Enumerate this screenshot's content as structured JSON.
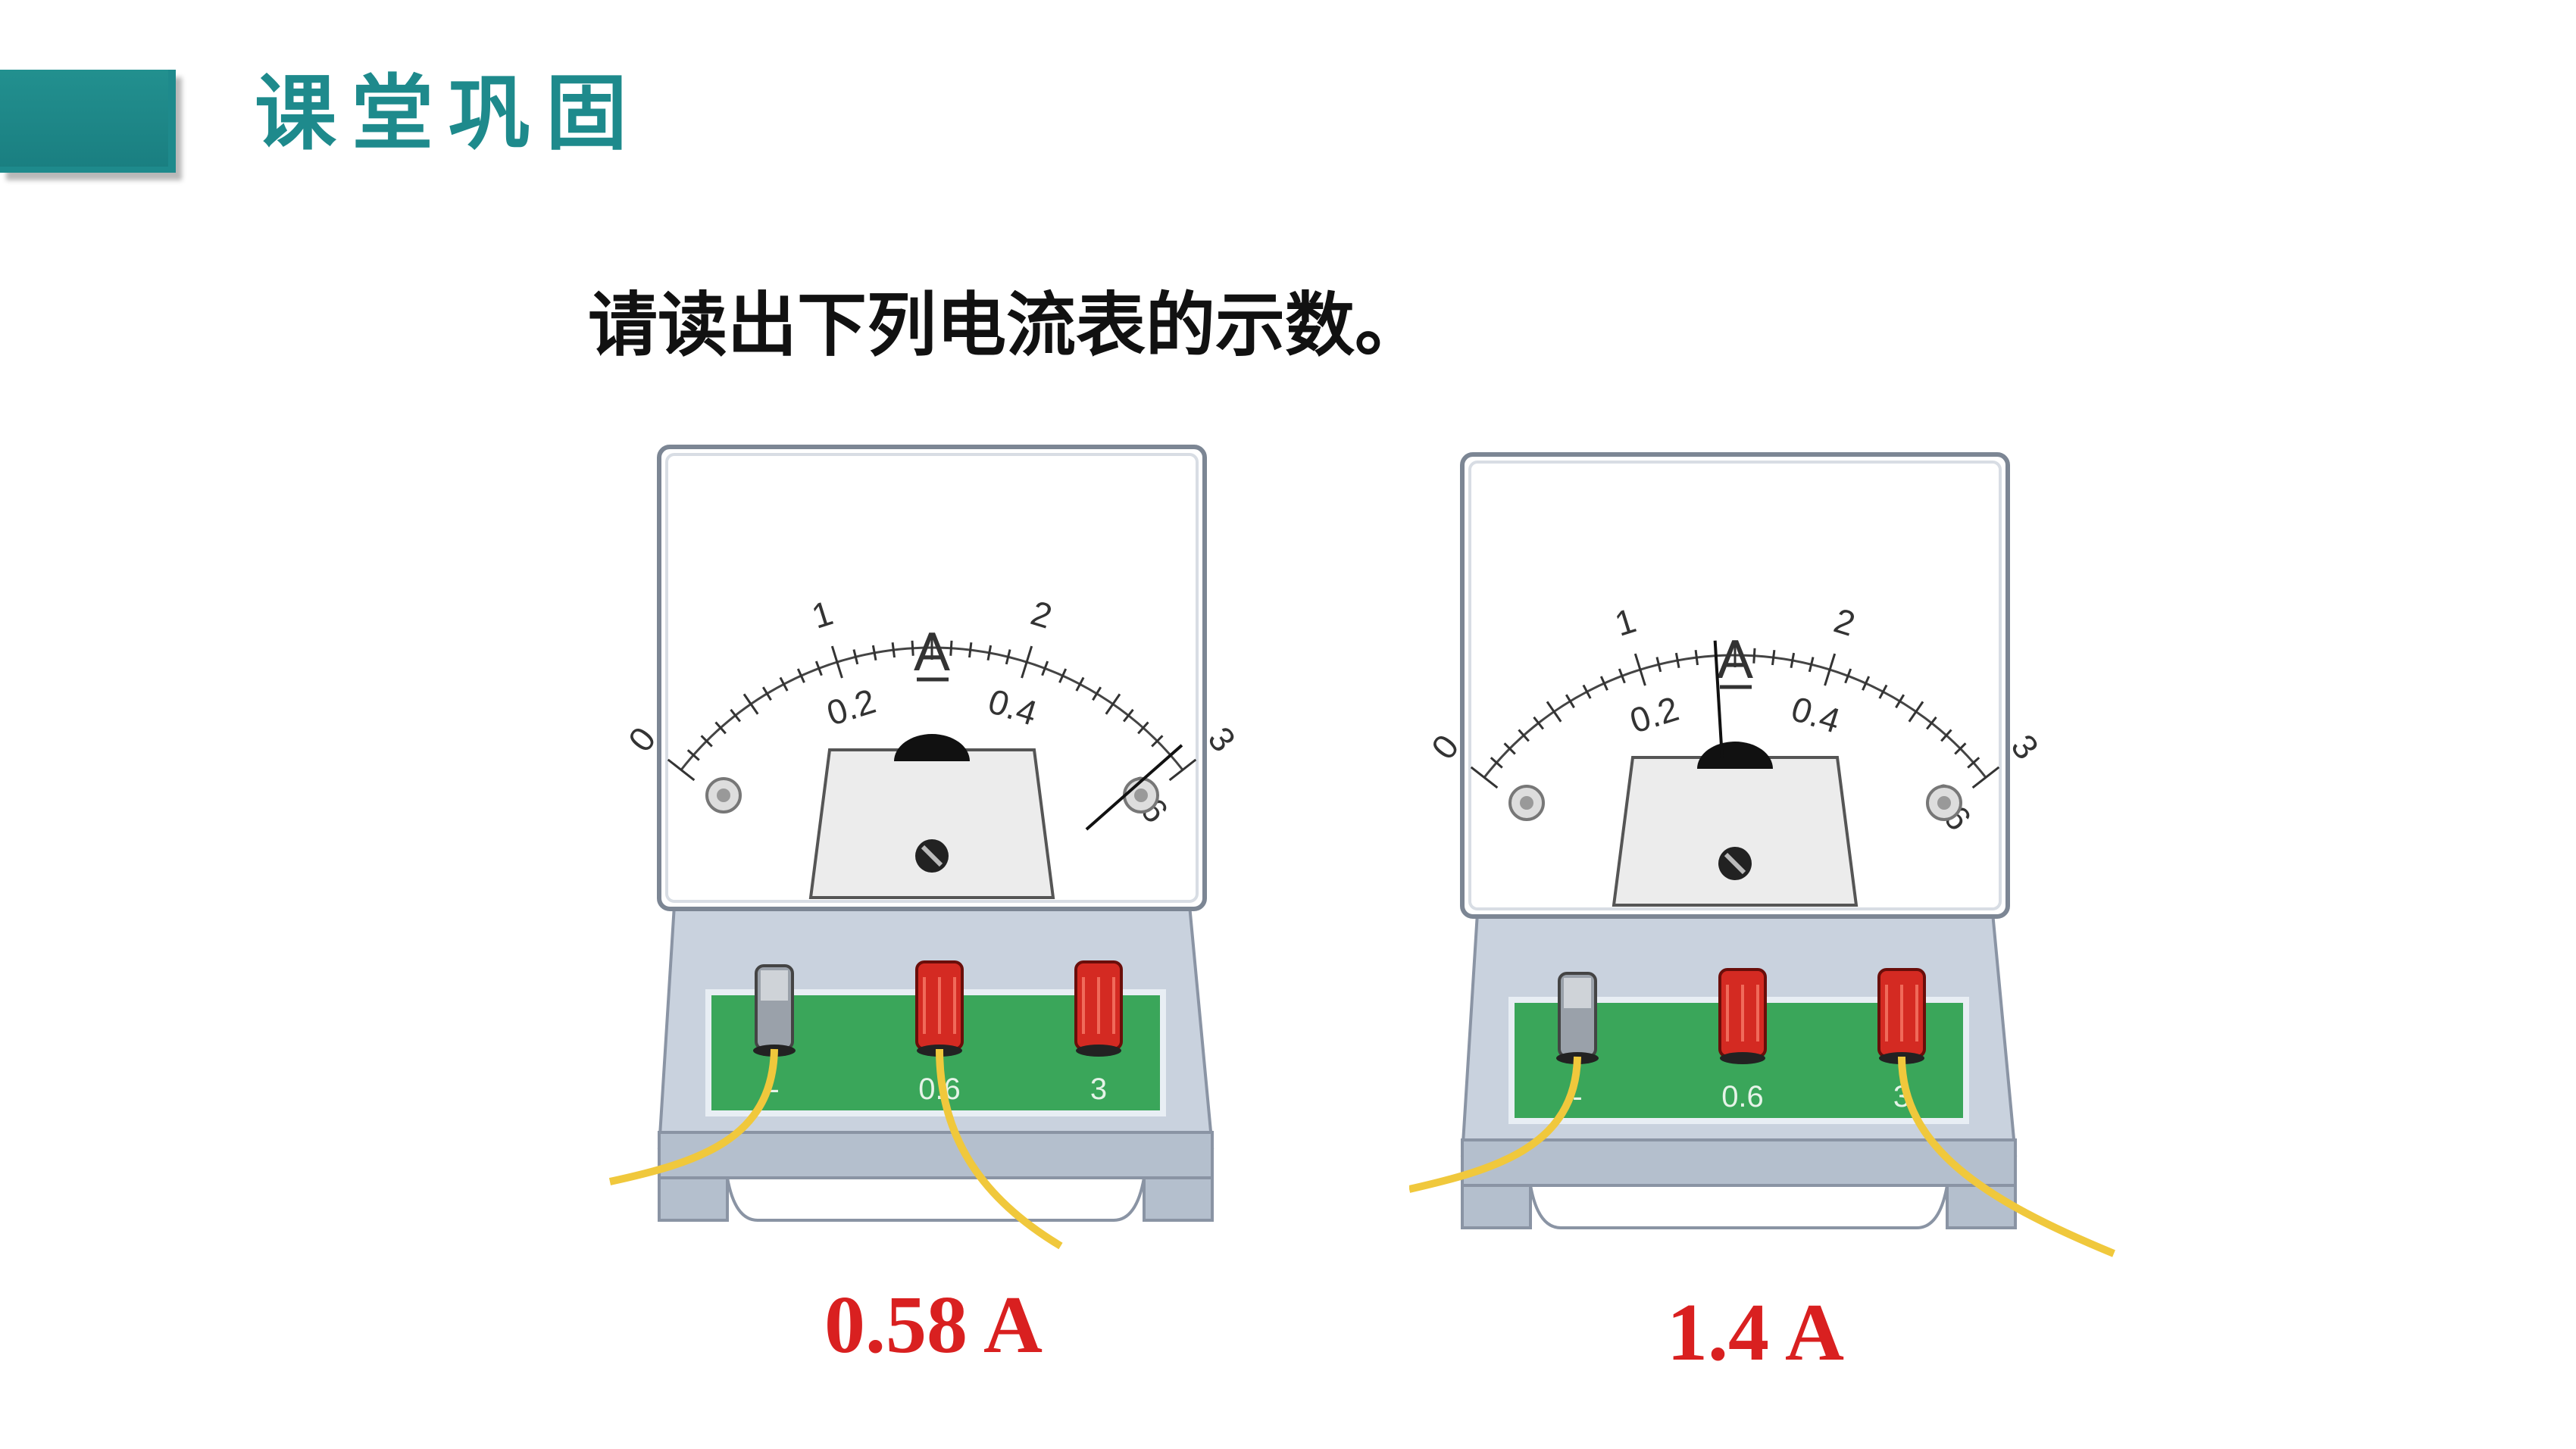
{
  "header": {
    "title": "课堂巩固"
  },
  "question": {
    "text": "请读出下列电流表的示数。"
  },
  "meters": [
    {
      "unit_label": "A",
      "scale_major_3A": [
        "0",
        "1",
        "2",
        "3"
      ],
      "scale_major_06A": [
        "0",
        "0.2",
        "0.4",
        "0.6"
      ],
      "terminals": [
        "-",
        "0.6",
        "3"
      ],
      "connected_terminal": "0.6",
      "needle_fraction": 0.967,
      "answer": "0.58 A"
    },
    {
      "unit_label": "A",
      "scale_major_3A": [
        "0",
        "1",
        "2",
        "3"
      ],
      "scale_major_06A": [
        "0",
        "0.2",
        "0.4",
        "0.6"
      ],
      "terminals": [
        "-",
        "0.6",
        "3"
      ],
      "connected_terminal": "3",
      "needle_fraction": 0.467,
      "answer": "1.4 A"
    }
  ],
  "colors": {
    "accent": "#1e8a8c",
    "answer": "#d92020",
    "terminal_red": "#d42a22",
    "panel_green": "#3aa65a",
    "wire": "#f0c83c"
  }
}
